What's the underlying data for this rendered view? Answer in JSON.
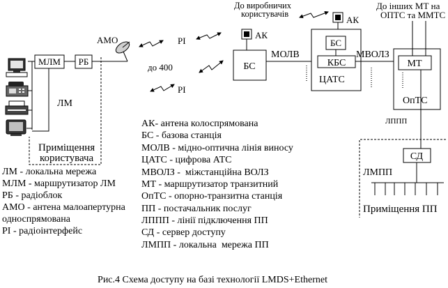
{
  "caption": "Рис.4 Схема доступу на базі технології LMDS+Ethernet",
  "nodes": {
    "mlm": "МЛМ",
    "rb": "РБ",
    "bs": "БС",
    "tsats_bs": "БС",
    "kbs": "КБС",
    "mt": "МТ",
    "sd": "СД"
  },
  "labels": {
    "to_production_users": [
      "До виробничих",
      "користувачів"
    ],
    "ak_tsats": "АК",
    "to_other_mt": [
      "До інших МТ на",
      "ОПТС та ММТС"
    ],
    "ak_bs": "АК",
    "amo": "АМО",
    "ri_top": "РІ",
    "ri_bottom": "РІ",
    "range": "до 400",
    "molv": "МОЛВ",
    "mvolz": "МВОЛЗ",
    "tsats": "ЦАТС",
    "opts": "ОпТС",
    "lm": "ЛМ",
    "lppp": "ЛППП",
    "lmpp": "ЛМПП",
    "user_premises": [
      "Приміщення",
      "користувача"
    ],
    "sp_premises": "Приміщення ПП"
  },
  "legend_left": [
    "ЛМ - локальна мережа",
    "МЛМ - маршрутизатор ЛМ",
    "РБ - радіоблок",
    "АМО - антена малоапертурна",
    "односпрямована",
    "РІ - радіоінтерфейс"
  ],
  "legend_main": [
    "АК- антена колоспрямована",
    "БС - базова станція",
    "МОЛВ - мідно-оптична лінія виносу",
    "ЦАТС - цифрова АТС",
    "МВОЛЗ -  міжстанційна ВОЛЗ",
    "МТ - маршрутизатор транзитний",
    "ОпТС - опорно-транзитна станція",
    "ПП - постачальник послуг",
    "ЛППП - лінії підключення ПП",
    "СД - сервер доступу",
    "ЛМПП - локальна  мережа ПП"
  ]
}
